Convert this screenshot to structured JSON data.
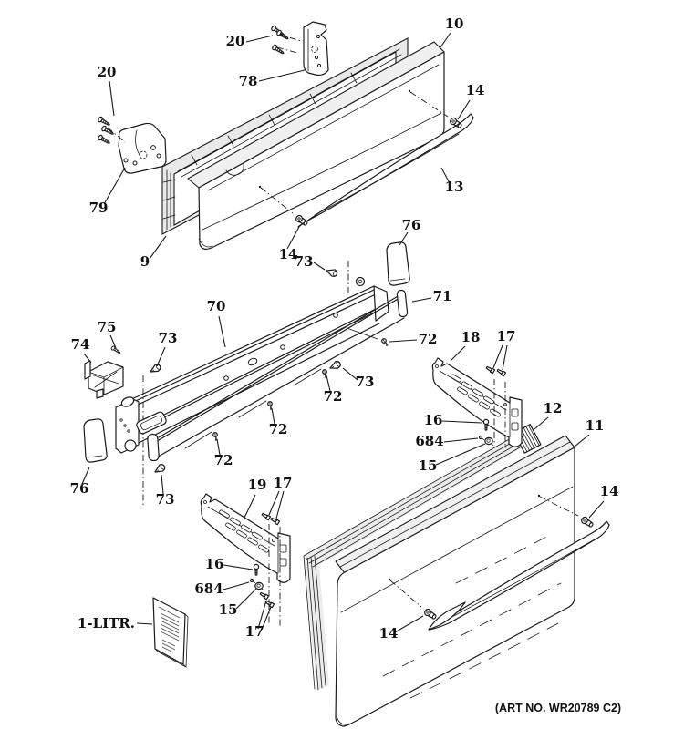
{
  "diagram": {
    "art_number": "(ART NO. WR20789 C2)",
    "colors": {
      "line": "#1a1a1a",
      "paper": "#ffffff",
      "shading": "#efefef"
    },
    "callouts": [
      "20",
      "78",
      "20",
      "79",
      "9",
      "10",
      "14",
      "13",
      "73",
      "14",
      "76",
      "70",
      "75",
      "74",
      "73",
      "72",
      "71",
      "72",
      "72",
      "72",
      "73",
      "73",
      "76",
      "18",
      "17",
      "16",
      "684",
      "15",
      "12",
      "11",
      "14",
      "19",
      "17",
      "16",
      "684",
      "15",
      "17",
      "14",
      "1-LITR."
    ]
  }
}
